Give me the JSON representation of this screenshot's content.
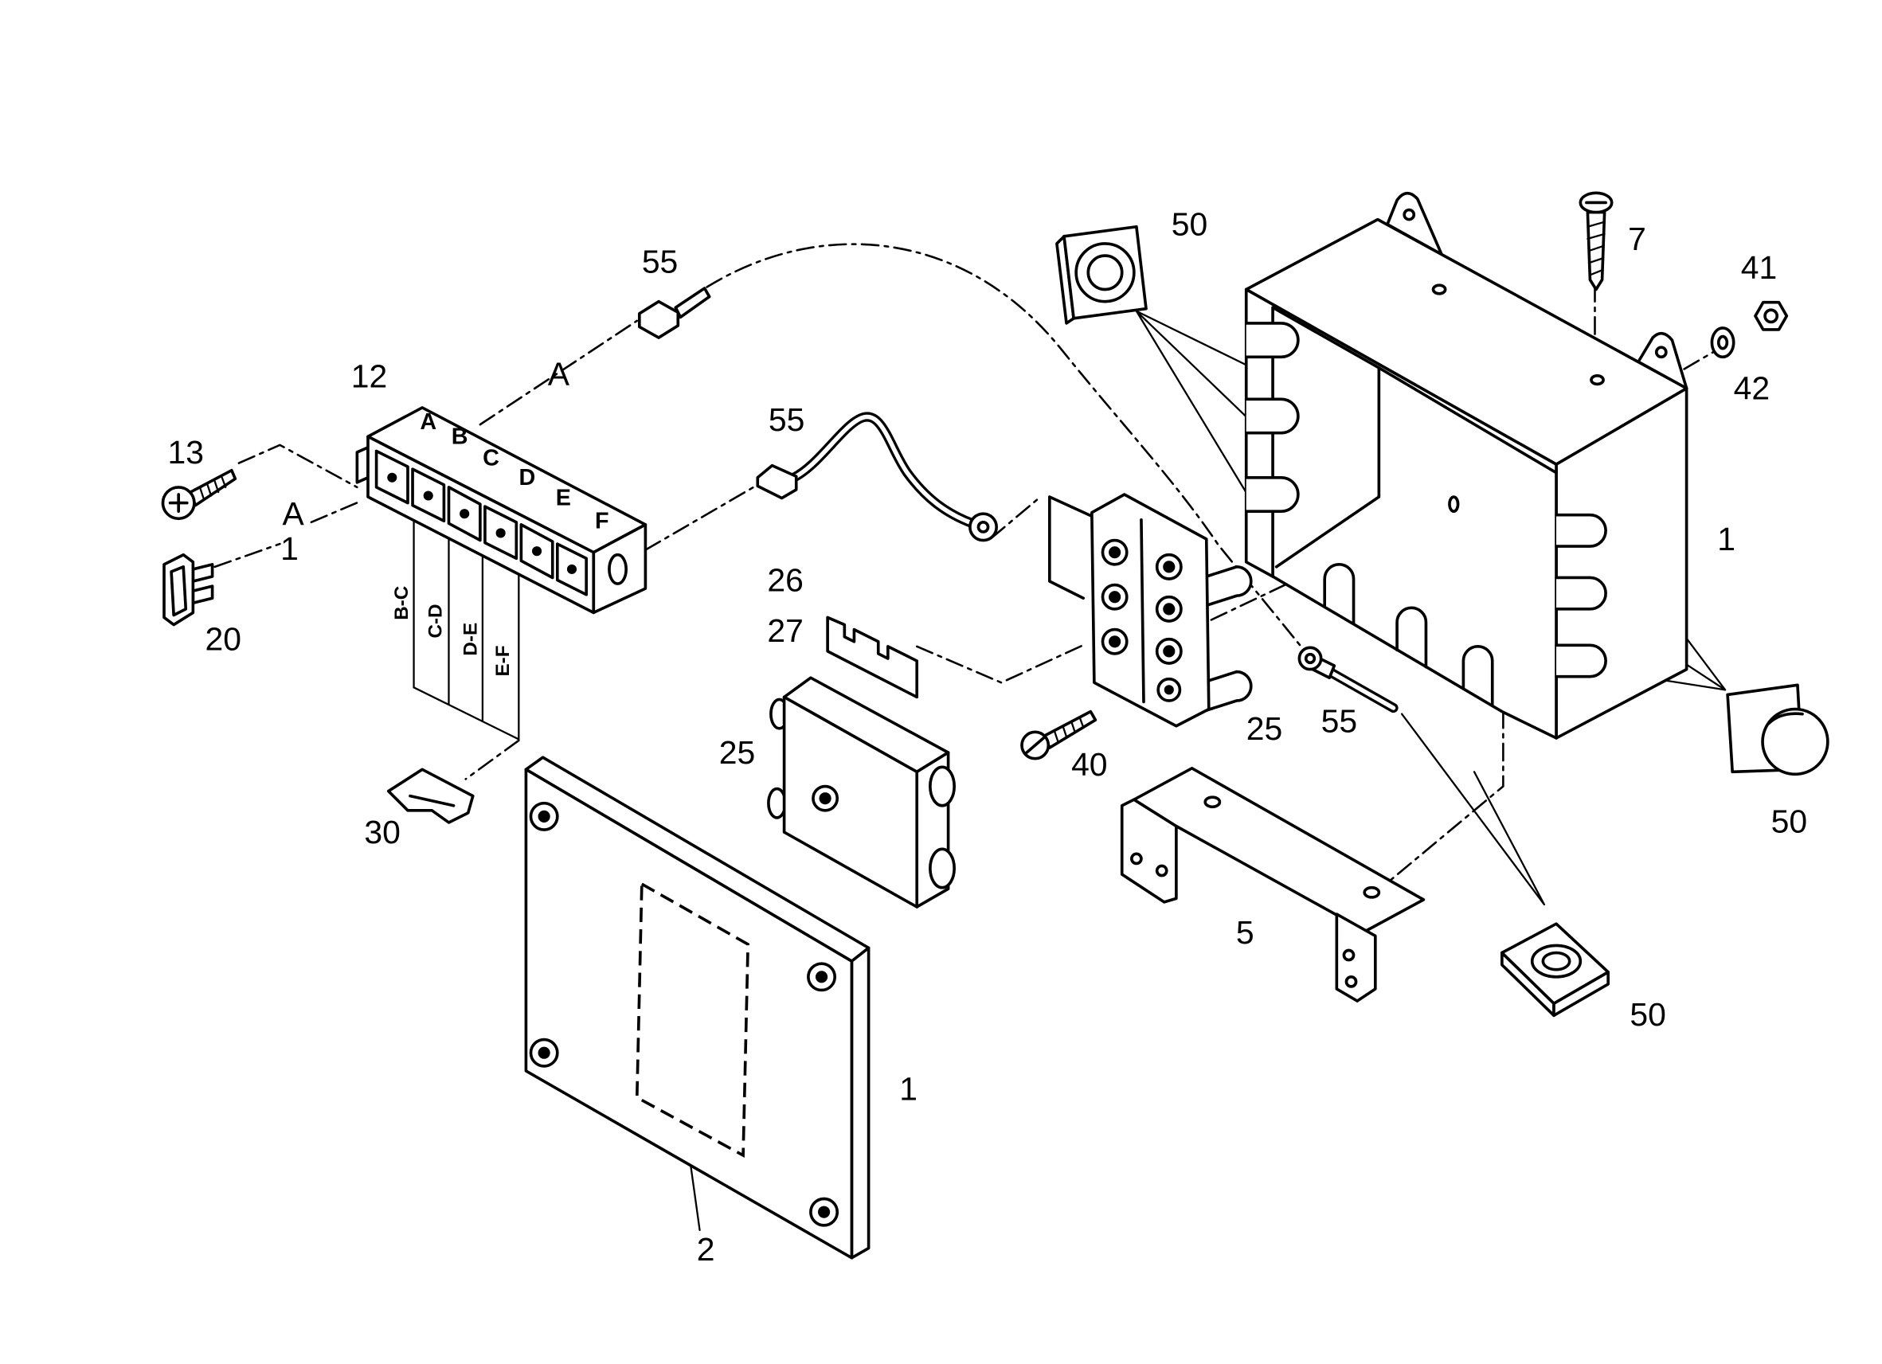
{
  "callouts": {
    "terminal_upper": "55",
    "grommet_upper": "50",
    "screw_box": "7",
    "nut": "41",
    "washer": "42",
    "fuse_block": "12",
    "wire_terminal": "55",
    "screw_fuse_block": "13",
    "fuse": "20",
    "jumper_upper": "26",
    "jumper_lower": "27",
    "terminal_cover": "25",
    "clip": "30",
    "cover_plate": "1",
    "label_area": "2",
    "bracket": "5",
    "screw_terminal_block": "40",
    "terminal_block": "25",
    "ring_terminal": "55",
    "box": "1",
    "grommet_right": "50",
    "grommet_lower": "50"
  },
  "connection_marks": {
    "upper_line": "A",
    "left_line_a": "A",
    "left_line_1": "1"
  },
  "fuse_block": {
    "positions": [
      "A",
      "B",
      "C",
      "D",
      "E",
      "F"
    ],
    "bridges": [
      "B-C",
      "C-D",
      "D-E",
      "E-F"
    ]
  }
}
